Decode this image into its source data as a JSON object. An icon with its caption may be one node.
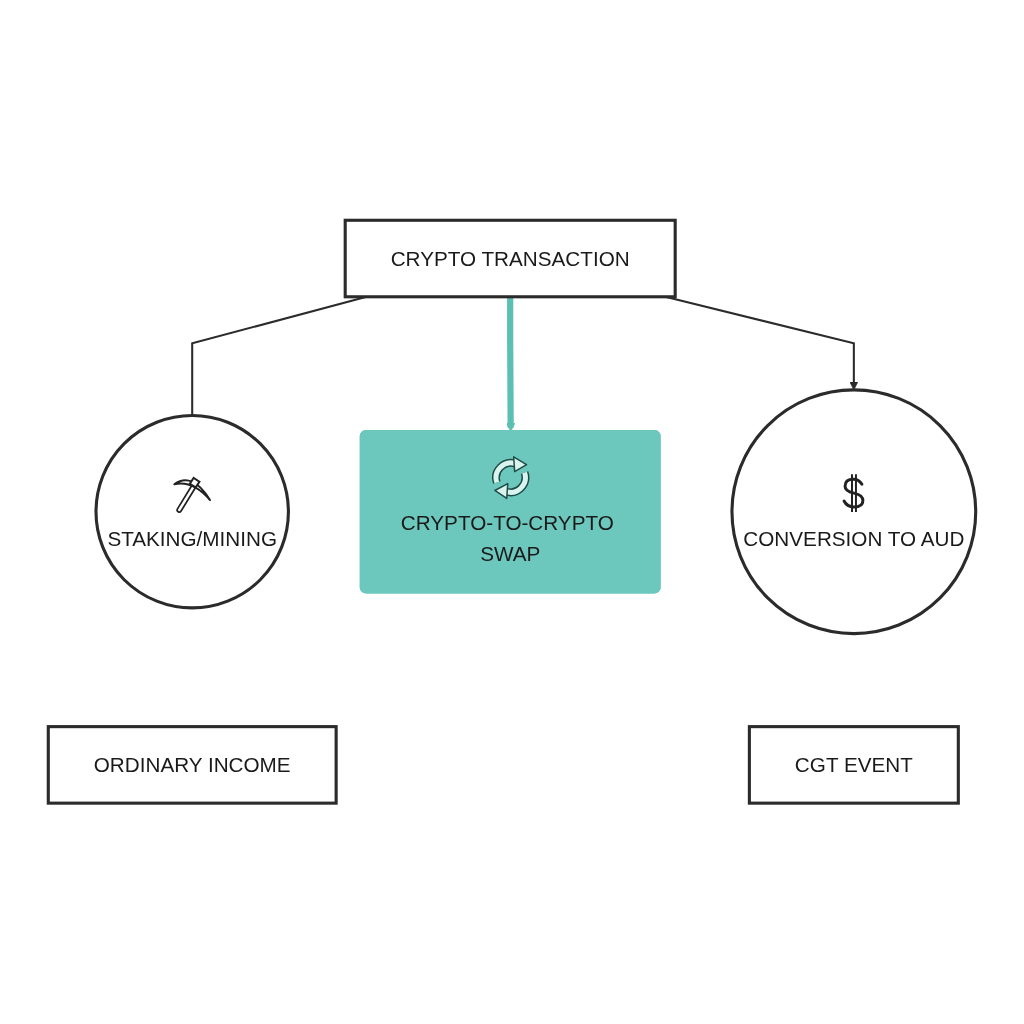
{
  "diagram": {
    "nodes": [
      {
        "text": [
          "CRYPTO TRANSACTION"
        ]
      },
      {
        "text": [
          "STAKING/MINING"
        ]
      },
      {
        "text": [
          "CRYPTO-TO-CRYPTO SWAP"
        ]
      },
      {
        "text": [
          "CONVERSION TO AUD"
        ]
      },
      {
        "text": [
          "ORDINARY INCOME"
        ]
      },
      {
        "text": [
          "CGT EVENT"
        ]
      }
    ],
    "edges": [
      {
        "from": 0,
        "to": 1,
        "arrow": "none"
      },
      {
        "from": 0,
        "to": 2,
        "arrow": "to",
        "style": "thick",
        "color": "#5bbfb3"
      },
      {
        "from": 0,
        "to": 3,
        "arrow": "to"
      }
    ]
  }
}
